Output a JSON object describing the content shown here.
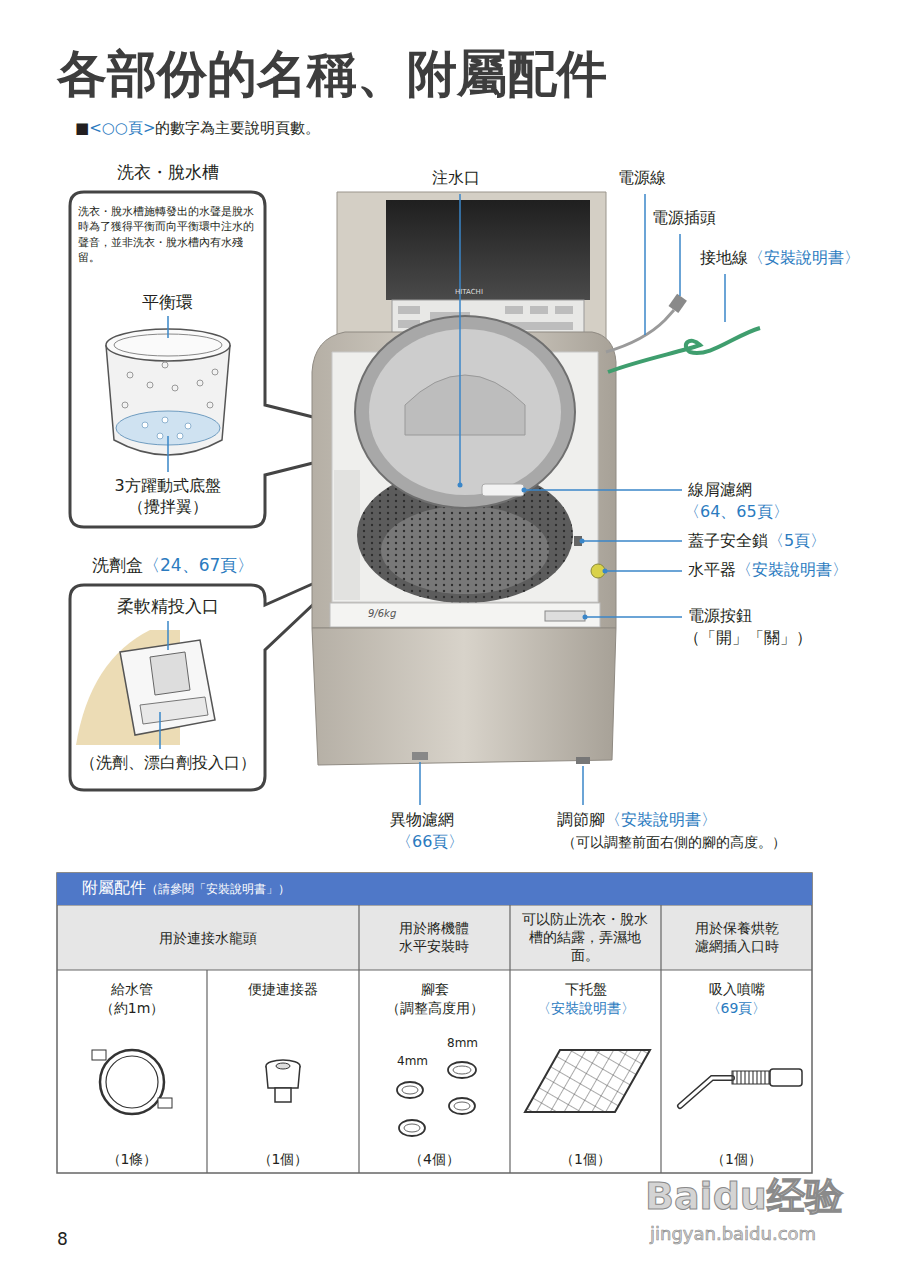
{
  "diagram": {
    "title": "各部份的名稱、附屬配件",
    "nodes": [
      {
        "text": [
          "洗衣・脫水槽",
          "洗衣・脫水槽施轉發出的水聲是脫水時為了獲得平衡而向平衡環中注水的聲音，並非洗衣・脫水槽內有水殘留。",
          "平衡環",
          "3方躍動式底盤 （攪拌翼）"
        ]
      },
      {
        "text": [
          "洗劑盒",
          "〈24、67頁〉",
          "柔軟精投入口",
          "（洗劑、漂白劑投入口）"
        ]
      },
      {
        "text": [
          "附屬配件",
          "（請參閱「安裝說明書」）"
        ]
      }
    ],
    "labels": [
      "■",
      "<○○頁>",
      "的數字為主要說明頁數。",
      "注水口",
      "電源線",
      "電源插頭",
      "接地線",
      "〈安裝說明書〉",
      "線屑濾網",
      "〈64、65頁〉",
      "蓋子安全鎖",
      "〈5頁〉",
      "水平器",
      "〈安裝說明書〉",
      "電源按鈕",
      "（「開」「關」）",
      "異物濾網",
      "〈66頁〉",
      "調節腳",
      "〈安裝說明書〉",
      "（可以調整前面右側的腳的高度。）",
      "9/6kg",
      "HITACHI",
      "用於連接水龍頭",
      "用於將機體水平安裝時",
      "可以防止洗衣・脫水槽的結露，弄濕地面。",
      "用於保養烘乾濾網插入口時",
      "給水管",
      "（約1m）",
      "便捷連接器",
      "腳套",
      "（調整高度用）",
      "8mm",
      "4mm",
      "下托盤",
      "〈安裝說明書〉",
      "吸入噴嘴",
      "〈69頁〉",
      "（1條）",
      "（1個）",
      "（4個）",
      "（1個）",
      "（1個）",
      "8",
      "Baidu经验",
      "jingyan.baidu.com"
    ]
  }
}
